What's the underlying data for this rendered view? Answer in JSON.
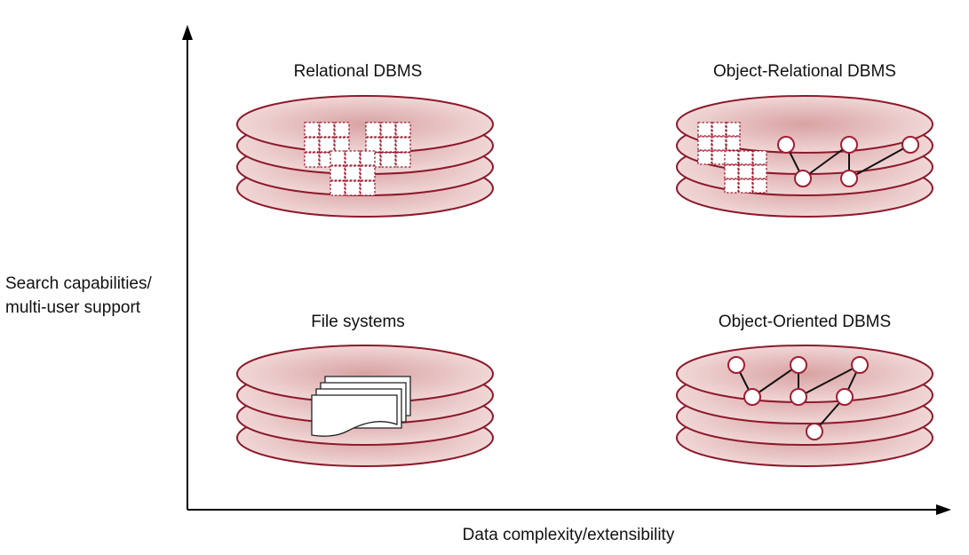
{
  "axes": {
    "y_label": [
      "Search capabilities/",
      "multi-user support"
    ],
    "x_label": "Data complexity/extensibility"
  },
  "quadrants": {
    "top_left": {
      "title": "Relational DBMS"
    },
    "top_right": {
      "title": "Object-Relational DBMS"
    },
    "bottom_left": {
      "title": "File systems"
    },
    "bottom_right": {
      "title": "Object-Oriented DBMS"
    }
  },
  "colors": {
    "disk_fill_light": "#f3dcdc",
    "disk_fill_dark": "#d9a2a2",
    "disk_stroke": "#8c1a2b",
    "grid_stroke": "#a01e33",
    "axis": "#000000"
  },
  "icons": [
    "table-grid-icon",
    "object-graph-icon",
    "document-stack-icon"
  ]
}
